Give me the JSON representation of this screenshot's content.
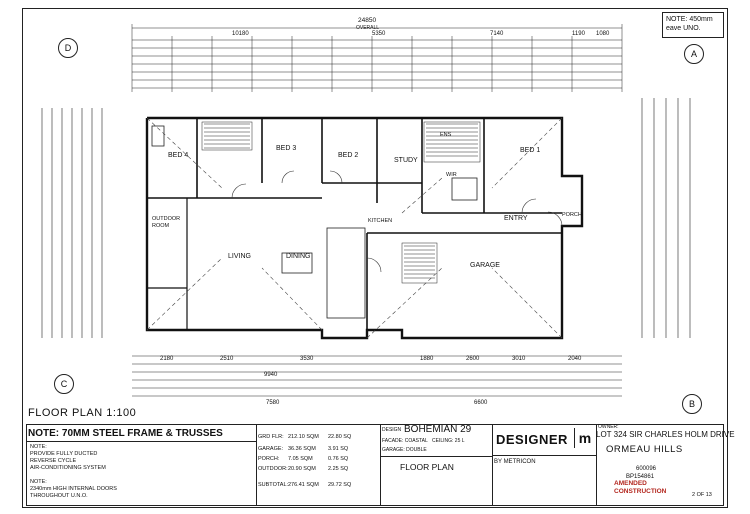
{
  "drawing": {
    "overall_width": "24850",
    "overall_label": "OVERALL",
    "note": "NOTE: 450mm eave UNO.",
    "grid_marks": [
      "D",
      "A",
      "C",
      "B"
    ],
    "floor_plan_title": "FLOOR PLAN 1:100",
    "dims_top": [
      "10180",
      "5350",
      "7140",
      "1190",
      "1080"
    ],
    "dims_bottom": [
      "2180",
      "2510",
      "3530",
      "1880",
      "2600",
      "3010",
      "2040",
      "6600",
      "7580",
      "9940"
    ],
    "rooms": [
      {
        "key": "bed4",
        "label": "BED 4"
      },
      {
        "key": "bed3",
        "label": "BED 3"
      },
      {
        "key": "bed2",
        "label": "BED 2"
      },
      {
        "key": "study",
        "label": "STUDY"
      },
      {
        "key": "bed1",
        "label": "BED 1"
      },
      {
        "key": "wir",
        "label": "WIR"
      },
      {
        "key": "ens",
        "label": "ENS"
      },
      {
        "key": "entry",
        "label": "ENTRY"
      },
      {
        "key": "porch",
        "label": "PORCH"
      },
      {
        "key": "outdoor",
        "label": "OUTDOOR ROOM"
      },
      {
        "key": "living",
        "label": "LIVING"
      },
      {
        "key": "dining",
        "label": "DINING"
      },
      {
        "key": "kitchen",
        "label": "KITCHEN"
      },
      {
        "key": "garage",
        "label": "GARAGE"
      }
    ]
  },
  "title_block": {
    "note_title": "NOTE: 70MM STEEL FRAME & TRUSSES",
    "note_lines": [
      "NOTE:",
      "PROVIDE FULLY DUCTED",
      "REVERSE CYCLE",
      "AIR-CONDITIONING SYSTEM",
      "",
      "NOTE:",
      "2340mm HIGH INTERNAL DOORS",
      "THROUGHOUT U.N.O."
    ],
    "areas": [
      {
        "label": "GRD FLR:",
        "m2": "212.10 SQM",
        "sq": "22.80 SQ"
      },
      {
        "label": "GARAGE:",
        "m2": "36.36 SQM",
        "sq": "3.91 SQ"
      },
      {
        "label": "PORCH:",
        "m2": "7.05 SQM",
        "sq": "0.76 SQ"
      },
      {
        "label": "OUTDOOR:",
        "m2": "20.90 SQM",
        "sq": "2.25 SQ"
      },
      {
        "label": "SUBTOTAL:",
        "m2": "276.41 SQM",
        "sq": "29.72 SQ"
      }
    ],
    "design_label": "DESIGN",
    "design_name": "BOHEMIAN 29",
    "facade": "FACADE: COASTAL",
    "ceiling": "CEILING: 25 L",
    "garage_type": "GARAGE: DOUBLE",
    "sheet_title": "FLOOR PLAN",
    "designer": "DESIGNER",
    "logo": "m",
    "by": "BY METRICON",
    "owner_label": "OWNER:",
    "address_line1": "LOT 324 SIR CHARLES HOLM DRIVE",
    "address_line2": "ORMEAU HILLS",
    "job_no": "600096",
    "plan_no": "BP154861",
    "amended": "AMENDED CONSTRUCTION",
    "sheet": "2 OF 13"
  }
}
